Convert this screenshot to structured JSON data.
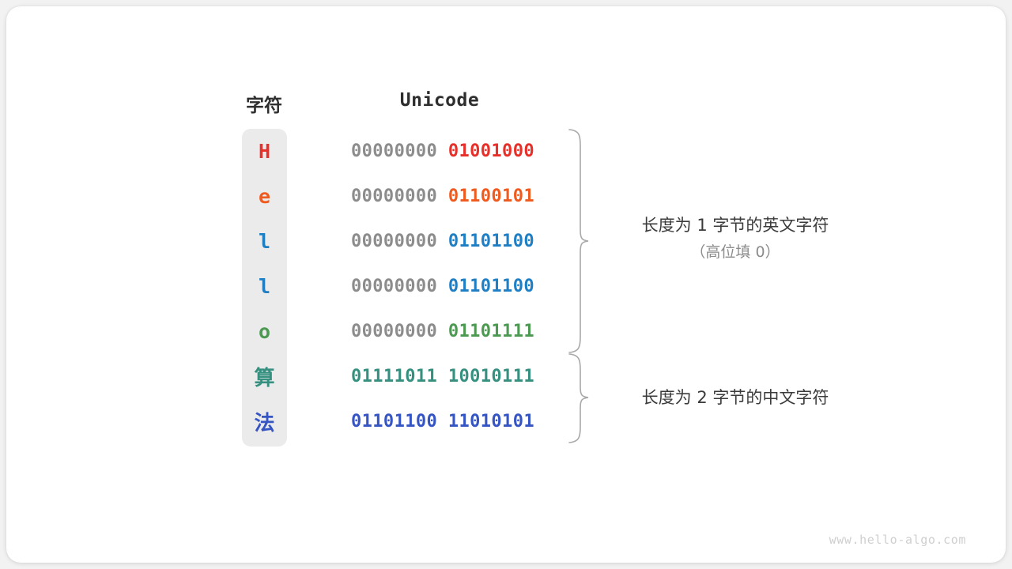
{
  "card": {
    "background": "#ffffff",
    "page_background": "#f2f2f2"
  },
  "headers": {
    "char_label": "字符",
    "unicode_label": "Unicode"
  },
  "colors": {
    "red": "#e8302a",
    "orange": "#f05a1e",
    "blue_light": "#1f7fc4",
    "green": "#4c9a51",
    "teal": "#35907f",
    "blue_royal": "#3655c4",
    "gray_high_bits": "#8c8c8c",
    "char_column_bg": "#ebebeb",
    "brace": "#a8a8a8",
    "annotation_main": "#3b3b3b",
    "annotation_sub": "#8c8c8c",
    "watermark": "#cfcfcf"
  },
  "rows": [
    {
      "char": "H",
      "char_color": "#e8302a",
      "is_cjk": false,
      "high_byte": "00000000",
      "low_byte": "01001000",
      "low_color": "#e8302a",
      "high_gray": true
    },
    {
      "char": "e",
      "char_color": "#f05a1e",
      "is_cjk": false,
      "high_byte": "00000000",
      "low_byte": "01100101",
      "low_color": "#f05a1e",
      "high_gray": true
    },
    {
      "char": "l",
      "char_color": "#1f7fc4",
      "is_cjk": false,
      "high_byte": "00000000",
      "low_byte": "01101100",
      "low_color": "#1f7fc4",
      "high_gray": true
    },
    {
      "char": "l",
      "char_color": "#1f7fc4",
      "is_cjk": false,
      "high_byte": "00000000",
      "low_byte": "01101100",
      "low_color": "#1f7fc4",
      "high_gray": true
    },
    {
      "char": "o",
      "char_color": "#4c9a51",
      "is_cjk": false,
      "high_byte": "00000000",
      "low_byte": "01101111",
      "low_color": "#4c9a51",
      "high_gray": true
    },
    {
      "char": "算",
      "char_color": "#35907f",
      "is_cjk": true,
      "high_byte": "01111011",
      "low_byte": "10010111",
      "low_color": "#35907f",
      "high_gray": false
    },
    {
      "char": "法",
      "char_color": "#3655c4",
      "is_cjk": true,
      "high_byte": "01101100",
      "low_byte": "11010101",
      "low_color": "#3655c4",
      "high_gray": false
    }
  ],
  "annotations": [
    {
      "main": "长度为 1 字节的英文字符",
      "sub": "（高位填 0）",
      "brace_rows": 5
    },
    {
      "main": "长度为 2 字节的中文字符",
      "sub": "",
      "brace_rows": 2
    }
  ],
  "watermark": "www.hello-algo.com"
}
